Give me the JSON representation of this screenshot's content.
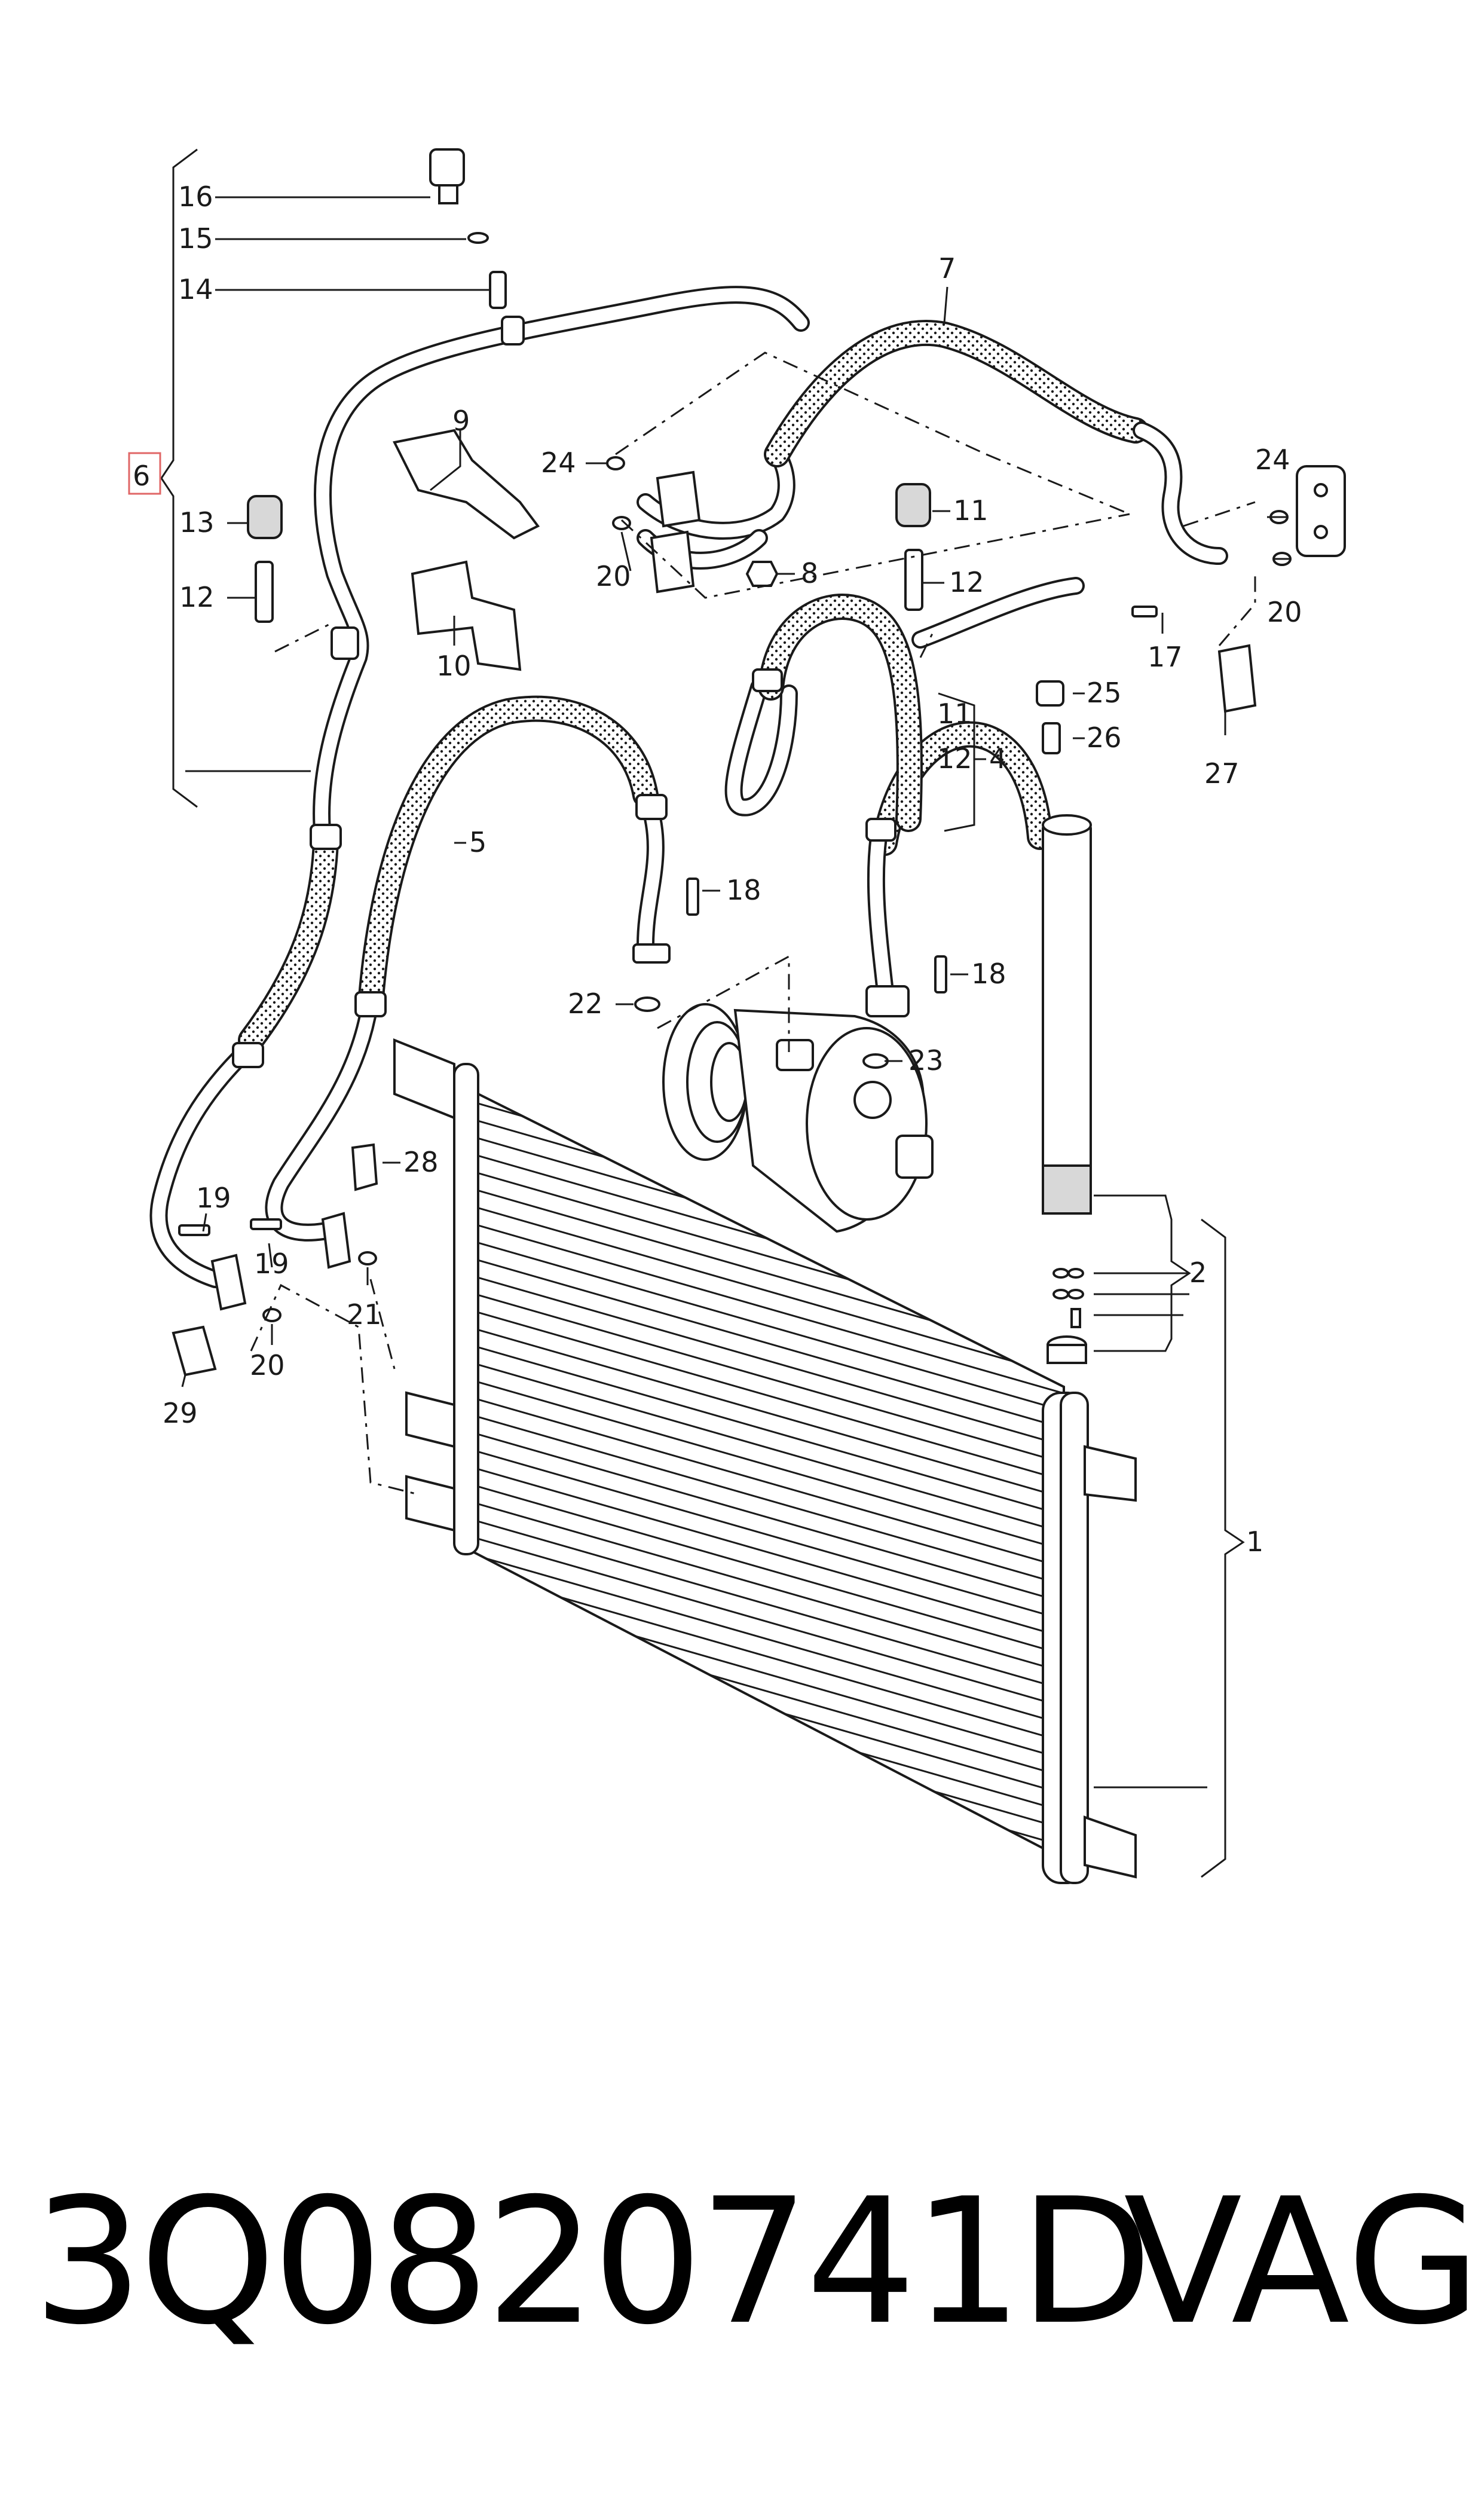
{
  "callouts": {
    "c1": "1",
    "c2": "2",
    "c4": "4",
    "c5": "5",
    "c6": "6",
    "c7": "7",
    "c8": "8",
    "c9": "9",
    "c10": "10",
    "c11a": "11",
    "c11b": "11",
    "c12a": "12",
    "c12b": "12",
    "c12c": "12",
    "c13": "13",
    "c14": "14",
    "c15": "15",
    "c16": "16",
    "c17": "17",
    "c18a": "18",
    "c18b": "18",
    "c19a": "19",
    "c19b": "19",
    "c20a": "20",
    "c20b": "20",
    "c20c": "20",
    "c21": "21",
    "c22": "22",
    "c23": "23",
    "c24a": "24",
    "c24b": "24",
    "c25": "25",
    "c26": "26",
    "c27": "27",
    "c28": "28",
    "c29": "29"
  },
  "footer": {
    "part_number": "3Q0820741D",
    "brand": "VAG"
  },
  "colors": {
    "line": "#1a1a1a",
    "highlight_box": "#e06666",
    "background": "#ffffff"
  }
}
